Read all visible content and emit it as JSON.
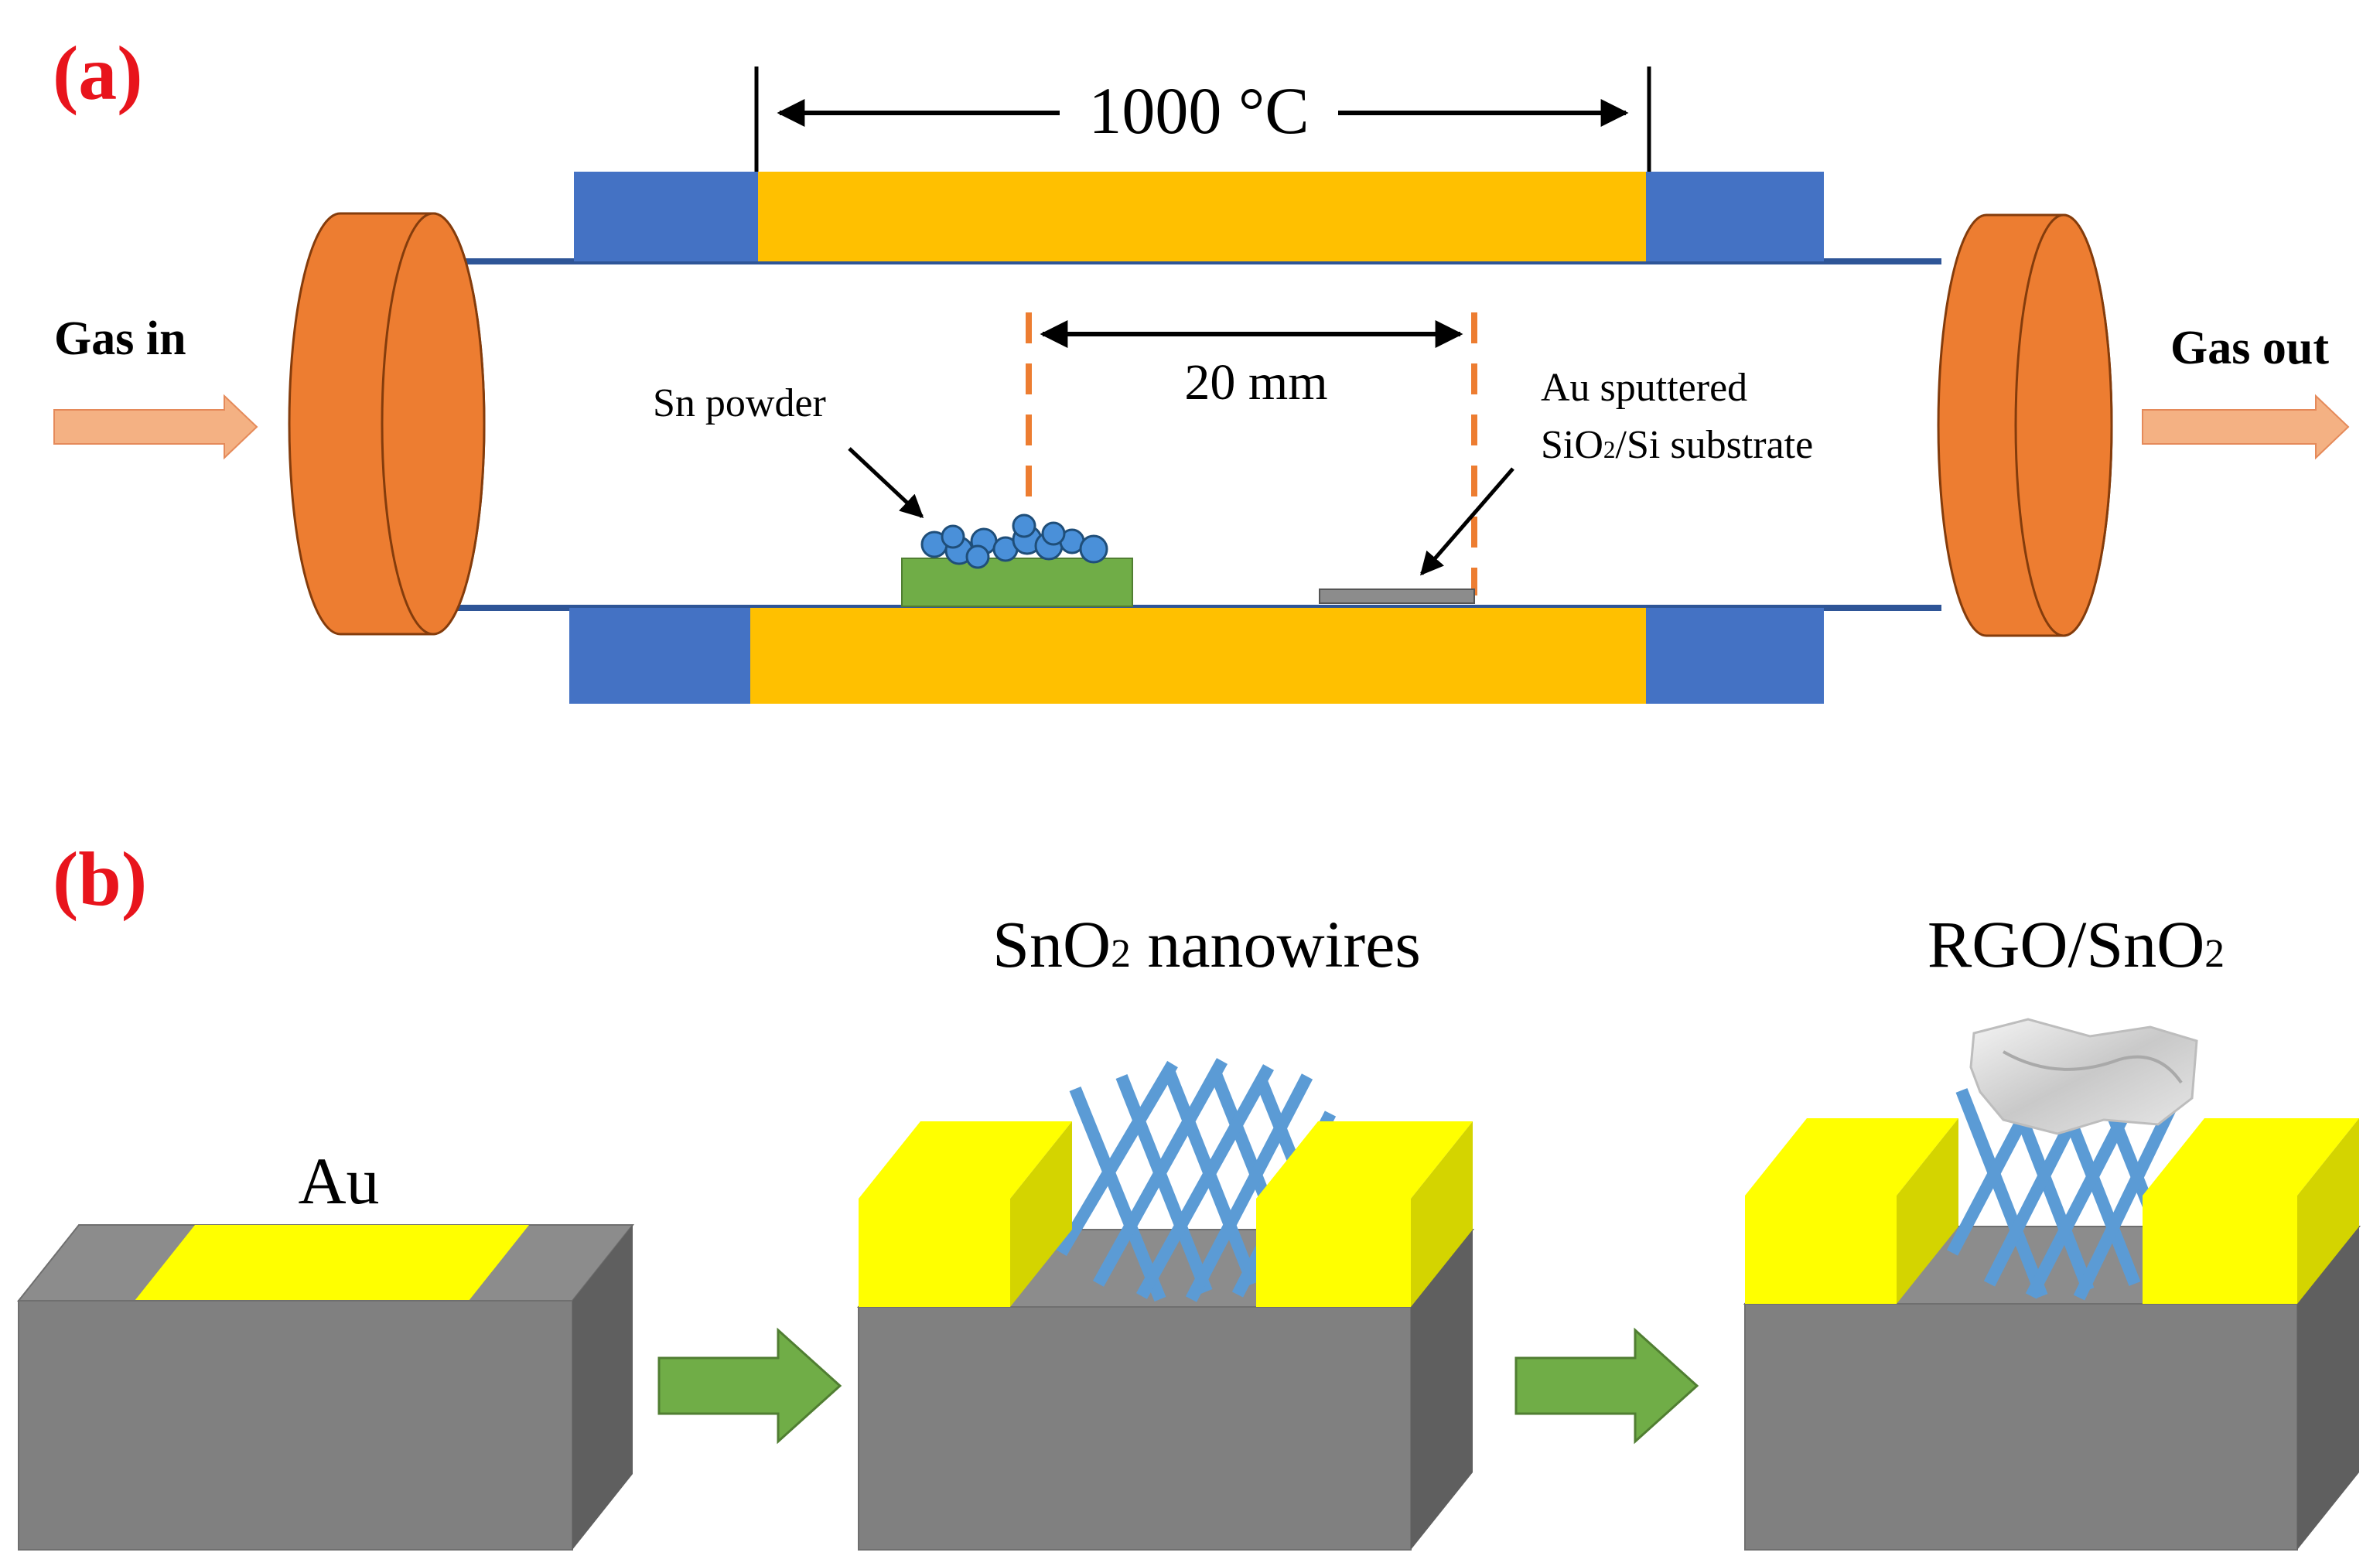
{
  "panels": {
    "a": {
      "label": "(a)",
      "temperature": "1000 °C",
      "distance": "20 mm",
      "gas_in": "Gas in",
      "gas_out": "Gas out",
      "sn_powder": "Sn powder",
      "substrate_line1": "Au sputtered",
      "substrate_line2_pre": "SiO",
      "substrate_line2_sub": "2",
      "substrate_line2_post": "/Si substrate"
    },
    "b": {
      "label": "(b)",
      "au": "Au",
      "nanowires_pre": "SnO",
      "nanowires_sub": "2",
      "nanowires_post": " nanowires",
      "rgo_pre": "RGO/SnO",
      "rgo_sub": "2"
    }
  },
  "colors": {
    "panel_label": "#e8141c",
    "furnace_heater": "#ffc000",
    "furnace_end": "#4472c4",
    "flange": "#ed7d31",
    "flange_stroke": "#843c0c",
    "tube_line": "#2e5597",
    "gas_arrow": "#f4b183",
    "dashed": "#ed7d31",
    "boat": "#70ad47",
    "powder": "#4a90d9",
    "substrate_top": "#8c8c8c",
    "substrate_front": "#808080",
    "substrate_side": "#5f5f5f",
    "gold_top": "#ffff00",
    "gold_side": "#d4d400",
    "nanowire": "#5b9bd5",
    "process_arrow": "#70ad47"
  }
}
